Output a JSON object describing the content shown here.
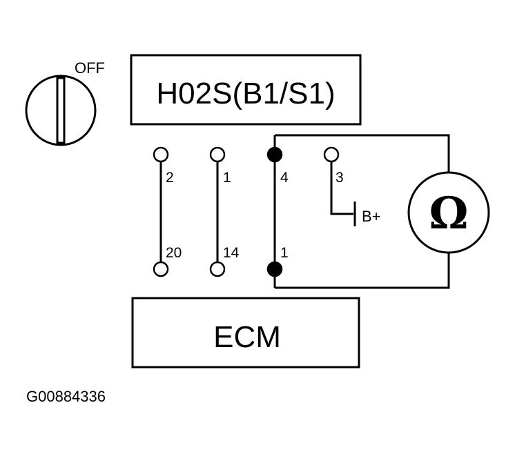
{
  "ignition": {
    "state_label": "OFF"
  },
  "sensor_box": {
    "label": "H02S(B1/S1)"
  },
  "ecm_box": {
    "label": "ECM"
  },
  "meter": {
    "symbol": "Ω"
  },
  "supply": {
    "label": "B+"
  },
  "sensor_pins": [
    "2",
    "1",
    "4",
    "3"
  ],
  "ecm_pins": [
    "20",
    "14",
    "1"
  ],
  "figure_code": "G00884336"
}
